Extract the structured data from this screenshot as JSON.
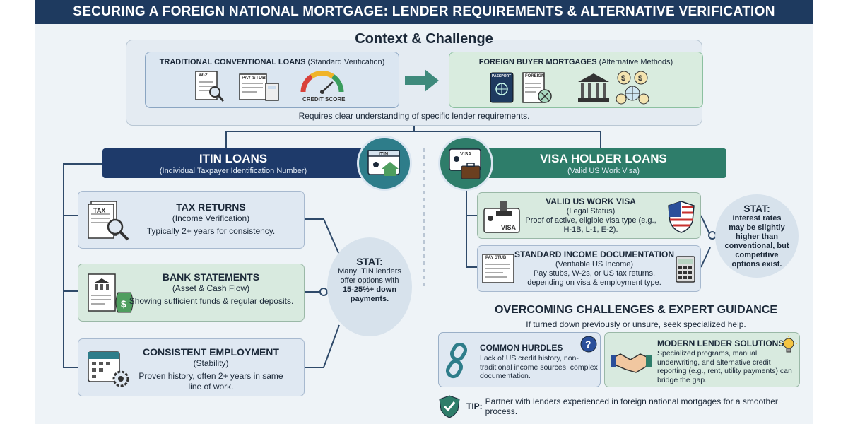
{
  "banner": {
    "title": "SECURING A FOREIGN NATIONAL MORTGAGE: LENDER REQUIREMENTS & ALTERNATIVE VERIFICATION"
  },
  "context": {
    "title": "Context & Challenge",
    "traditional": {
      "title_bold": "TRADITIONAL CONVENTIONAL LOANS",
      "title_rest": " (Standard Verification)",
      "w2_label": "W-2",
      "paystub_label": "PAY STUB",
      "credit_label": "CREDIT SCORE"
    },
    "foreign": {
      "title_bold": "FOREIGN BUYER MORTGAGES",
      "title_rest": " (Alternative Methods)",
      "passport_label": "PASSPORT",
      "foreign_doc_label": "FOREIGN"
    },
    "note": "Requires clear understanding of specific lender requirements."
  },
  "itin": {
    "title": "ITIN LOANS",
    "subtitle": "(Individual Taxpayer Identification Number)",
    "icon_label": "ITIN",
    "cards": [
      {
        "title": "TAX RETURNS",
        "sub": "(Income Verification)",
        "body": "Typically 2+ years for consistency.",
        "icon_label": "TAX"
      },
      {
        "title": "BANK STATEMENTS",
        "sub": "(Asset & Cash Flow)",
        "body": "Showing sufficient funds & regular deposits."
      },
      {
        "title": "CONSISTENT EMPLOYMENT",
        "sub": "(Stability)",
        "body": "Proven history, often 2+ years in same line of work."
      }
    ],
    "stat": {
      "title": "STAT:",
      "body": "Many ITIN lenders offer options with",
      "bold": "15-25%+ down payments."
    }
  },
  "visa": {
    "title": "VISA HOLDER LOANS",
    "subtitle": "(Valid US Work Visa)",
    "icon_label": "VISA",
    "cards": [
      {
        "title": "VALID US WORK VISA",
        "sub": "(Legal Status)",
        "body": "Proof of active, eligible visa type (e.g., H-1B, L-1, E-2).",
        "icon_label": "VISA"
      },
      {
        "title": "STANDARD INCOME DOCUMENTATION",
        "sub": "(Verifiable US Income)",
        "body": "Pay stubs, W-2s, or US tax returns, depending on visa & employment type.",
        "icon_label": "PAY STUB"
      }
    ],
    "stat": {
      "title": "STAT:",
      "body": "Interest rates may be slightly higher than conventional, but competitive options exist."
    }
  },
  "overcoming": {
    "title": "OVERCOMING CHALLENGES & EXPERT GUIDANCE",
    "subtitle": "If turned down previously or unsure, seek specialized help.",
    "hurdles": {
      "title": "COMMON HURDLES",
      "body": "Lack of US credit history, non-traditional income sources, complex documentation."
    },
    "modern": {
      "title": "MODERN LENDER SOLUTIONS",
      "body": "Specialized programs, manual underwriting, and alternative credit reporting (e.g., rent, utility payments) can bridge the gap."
    },
    "tip": {
      "label": "TIP:",
      "body": "Partner with lenders experienced in foreign national mortgages for a smoother process."
    }
  }
}
